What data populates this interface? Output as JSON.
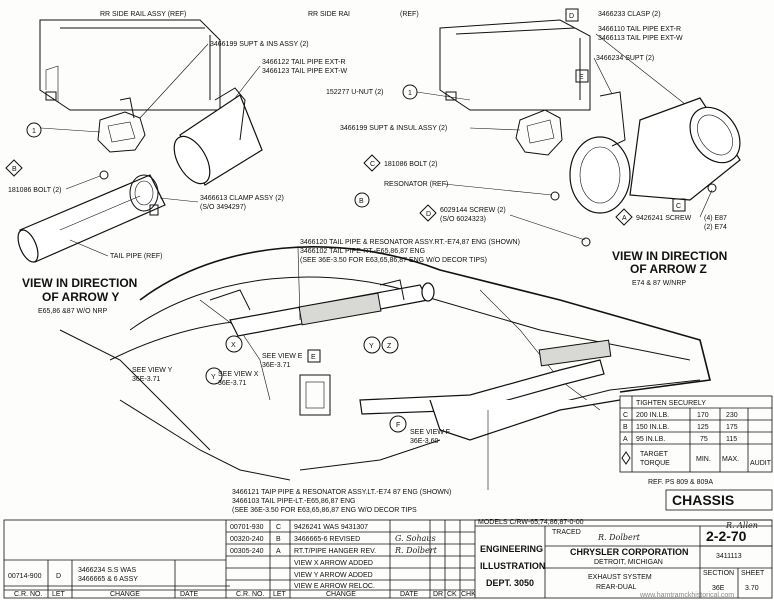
{
  "top": {
    "rr_side_rail_1": "RR SIDE RAIL ASSY (REF)",
    "rr_side_rail_2": "RR SIDE RAI",
    "ref_top": "(REF)"
  },
  "left": {
    "supt_ins": "3466199 SUPT & INS ASSY (2)",
    "tail_pipe_ext_r": "3466122 TAIL PIPE EXT-R",
    "tail_pipe_ext_w": "3466123 TAIL PIPE EXT-W",
    "bolt": "181086 BOLT (2)",
    "clamp_assy": "3466613 CLAMP ASSY (2)",
    "clamp_so": "(S/O 3494297)",
    "tail_pipe_ref": "TAIL PIPE (REF)",
    "view_y_title1": "VIEW IN DIRECTION",
    "view_y_title2": "OF ARROW Y",
    "view_y_note": "E65,86 &87 W/O NRP"
  },
  "right": {
    "clasp": "3466233 CLASP (2)",
    "tail_pipe_ext_r": "3466110 TAIL PIPE EXT-R",
    "tail_pipe_ext_w": "3466113 TAIL PIPE EXT-W",
    "supt_2": "3466234 SUPT (2)",
    "u_nut": "152277 U-NUT (2)",
    "supt_insul": "3466199 SUPT & INSUL ASSY (2)",
    "bolt": "181086 BOLT (2)",
    "resonator": "RESONATOR (REF)",
    "screw_1": "6029144 SCREW (2)",
    "screw_1_so": "(S/O 6024323)",
    "screw_2": "9426241 SCREW",
    "screw_2_q1": "(4) E87",
    "screw_2_q2": "(2) E74",
    "view_z_title1": "VIEW IN DIRECTION",
    "view_z_title2": "OF ARROW Z",
    "view_z_note": "E74 & 87 W/NRP"
  },
  "middle": {
    "tp_res_rt": "3466120 TAIL PIPE & RESONATOR ASSY.RT.-E74,87 ENG (SHOWN)",
    "tp_rt": "3466102 TAIL PIPE-RT.-E65,86,87 ENG",
    "see_36e_350_a": "(SEE 36E-3.50 FOR E63,65,86,87 ENG W/O DECOR TIPS)",
    "see_view_y": "SEE VIEW Y",
    "see_view_y_ref": "36E-3.71",
    "see_view_x": "SEE VIEW X",
    "see_view_x_ref": "36E-3.71",
    "see_view_e": "SEE VIEW E",
    "see_view_e_ref": "36E-3.71",
    "see_view_f": "SEE VIEW F",
    "see_view_f_ref": "36E-3.60",
    "tp_res_lt": "3466121 TAIP PIPE & RESONATOR ASSY.LT.-E74 87 ENG (SHOWN)",
    "tp_lt": "3466103 TAIL PIPE-LT.-E65,86,87 ENG",
    "see_36e_350_b": "(SEE 36E-3.50 FOR E63,65,86,87 ENG W/O DECOR TIPS",
    "ref_ps": "REF. PS 809 & 809A"
  },
  "torque": {
    "title": "TIGHTEN SECURELY",
    "rows": [
      {
        "code": "C",
        "spec": "200 IN.LB.",
        "min": "170",
        "max": "230"
      },
      {
        "code": "B",
        "spec": "150 IN.LB.",
        "min": "125",
        "max": "175"
      },
      {
        "code": "A",
        "spec": "95 IN.LB.",
        "min": "75",
        "max": "115"
      }
    ],
    "footer_label1": "TARGET",
    "footer_label2": "TORQUE",
    "footer_min": "MIN.",
    "footer_max": "MAX.",
    "footer_audit": "AUDIT"
  },
  "callouts": {
    "num_1": "1",
    "D": "D",
    "E": "E",
    "F": "F",
    "X": "X",
    "Y": "Y",
    "Z": "Z",
    "A": "A",
    "B": "B",
    "C": "C"
  },
  "titleblock": {
    "chassis": "CHASSIS",
    "revisions": [
      {
        "num": "00701-930",
        "ltr": "C",
        "desc": "9426241 WAS 9431307"
      },
      {
        "num": "00320-240",
        "ltr": "B",
        "desc": "3466665-6 REVISED"
      },
      {
        "num": "00305-240",
        "ltr": "A",
        "desc": "RT.T/PIPE HANGER REV."
      },
      {
        "num": "",
        "ltr": "",
        "desc": "VIEW X ARROW ADDED"
      },
      {
        "num": "",
        "ltr": "",
        "desc": "VIEW Y ARROW ADDED"
      },
      {
        "num": "",
        "ltr": "",
        "desc": "VIEW E ARROW RELOC."
      }
    ],
    "co_no": "00714-900",
    "co_ltr": "D",
    "co_desc1": "3466234 S.S WAS",
    "co_desc2": "3466665 & 6 ASSY",
    "hdr_co": "C.R. NO.",
    "hdr_ltr": "LET",
    "hdr_change": "CHANGE",
    "hdr_date": "DATE",
    "hdr_dr": "DR",
    "hdr_ck": "CK",
    "hdr_chk": "CHK",
    "models": "MODELS C/RW-65,74,86,87-0-00",
    "engineering": "ENGINEERING",
    "illustration": "ILLUSTRATION",
    "dept": "DEPT. 3050",
    "company": "CHRYSLER CORPORATION",
    "city": "DETROIT, MICHIGAN",
    "title1": "EXHAUST SYSTEM",
    "title2": "REAR-DUAL",
    "drawn_by_label": "TRACED",
    "date": "2-2-70",
    "number": "3411113",
    "section_label": "SECTION",
    "section": "36E",
    "sheet_label": "SHEET",
    "sheet": "3.70",
    "sig_drawn": "R. Dolbert",
    "sig_check": "G. Sohaus",
    "sig_approved": "R. Allen",
    "watermark": "www.hamtramckhistorical.com"
  }
}
